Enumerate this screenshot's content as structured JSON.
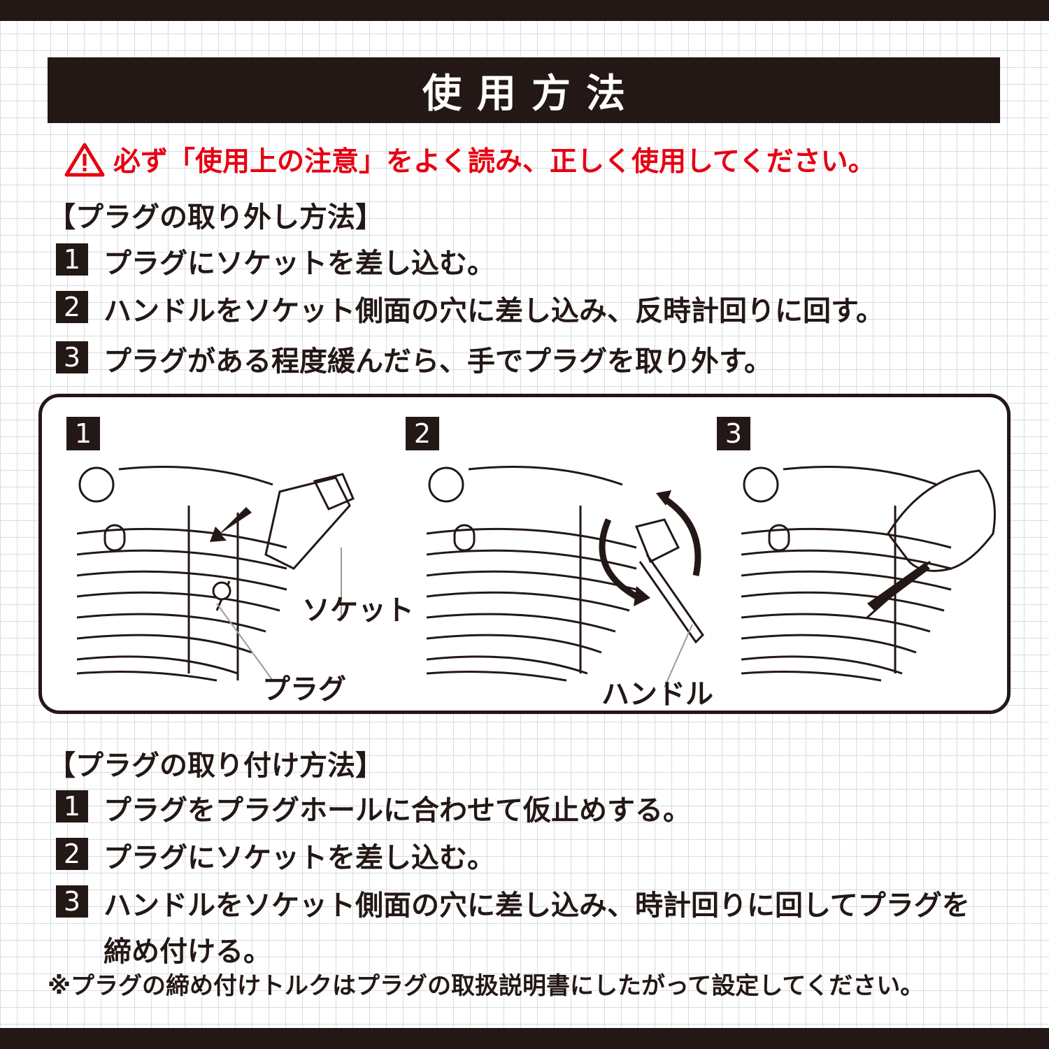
{
  "title": "使用方法",
  "warning": "必ず「使用上の注意」をよく読み、正しく使用してください。",
  "colors": {
    "accent_red": "#e60012",
    "dark": "#231815",
    "grid": "#d9dbde"
  },
  "icons": {
    "warning": "warning-triangle-icon"
  },
  "removal": {
    "heading": "【プラグの取り外し方法】",
    "steps": [
      {
        "num": "1",
        "text": "プラグにソケットを差し込む。"
      },
      {
        "num": "2",
        "text": "ハンドルをソケット側面の穴に差し込み、反時計回りに回す。"
      },
      {
        "num": "3",
        "text": "プラグがある程度緩んだら、手でプラグを取り外す。"
      }
    ]
  },
  "figures": [
    {
      "num": "1",
      "labels": [
        "ソケット",
        "プラグ"
      ]
    },
    {
      "num": "2",
      "labels": [
        "ハンドル"
      ]
    },
    {
      "num": "3",
      "labels": []
    }
  ],
  "installation": {
    "heading": "【プラグの取り付け方法】",
    "steps": [
      {
        "num": "1",
        "text": "プラグをプラグホールに合わせて仮止めする。"
      },
      {
        "num": "2",
        "text": "プラグにソケットを差し込む。"
      },
      {
        "num": "3",
        "text": "ハンドルをソケット側面の穴に差し込み、時計回りに回してプラグを締め付ける。"
      }
    ]
  },
  "footnote": "※プラグの締め付けトルクはプラグの取扱説明書にしたがって設定してください。"
}
